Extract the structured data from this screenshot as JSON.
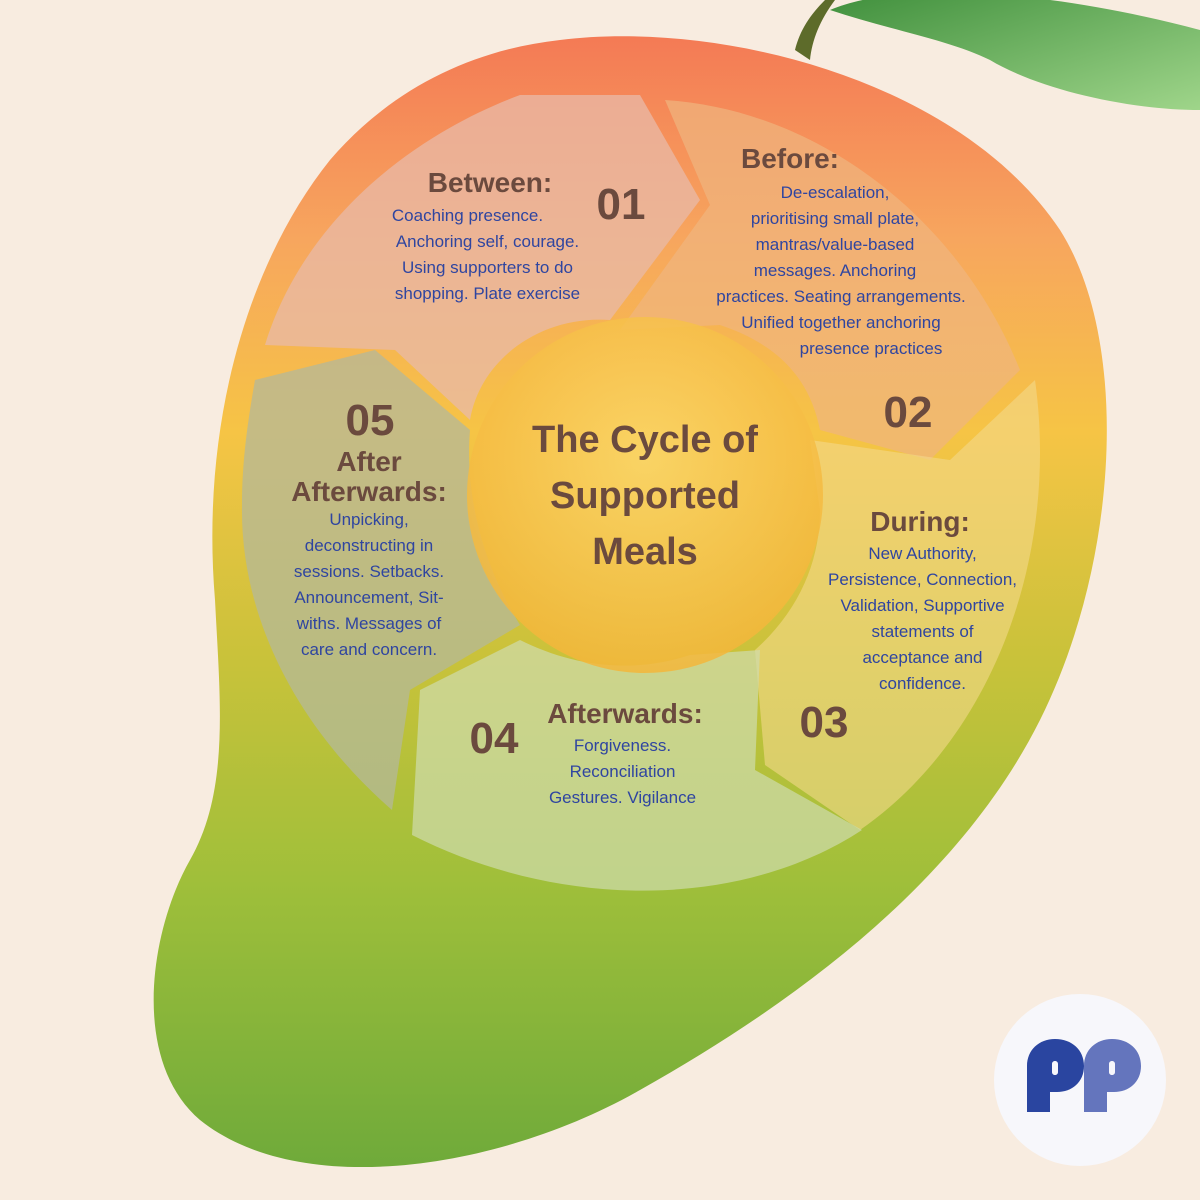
{
  "title": {
    "lines": [
      "The Cycle of",
      "Supported",
      "Meals"
    ]
  },
  "stages": [
    {
      "number": "01",
      "heading": "Between:",
      "lines": [
        "Coaching presence.",
        "Anchoring self, courage.",
        "Using supporters to do",
        "shopping. Plate exercise"
      ]
    },
    {
      "number": "02",
      "heading": "Before:",
      "lines": [
        "De-escalation,",
        "prioritising small plate,",
        "mantras/value-based",
        "messages. Anchoring",
        "practices. Seating arrangements.",
        "Unified together  anchoring",
        "presence practices"
      ]
    },
    {
      "number": "03",
      "heading": "During:",
      "lines": [
        "New Authority,",
        "Persistence, Connection,",
        "Validation, Supportive",
        "statements of",
        "acceptance and",
        "confidence."
      ]
    },
    {
      "number": "04",
      "heading": "Afterwards:",
      "lines": [
        "Forgiveness.",
        "Reconciliation",
        "Gestures. Vigilance"
      ]
    },
    {
      "number": "05",
      "heading_lines": [
        "After",
        "Afterwards:"
      ],
      "lines": [
        "Unpicking,",
        "deconstructing in",
        "sessions. Setbacks.",
        "Announcement, Sit-",
        "withs. Messages of",
        "care and concern."
      ]
    }
  ],
  "logo": {
    "letters": "pp",
    "colors": [
      "#2a45a0",
      "#6475bd"
    ]
  },
  "colors": {
    "background": "#f8ece0",
    "heading": "#6b4a3e",
    "body_text": "#2f45a0"
  }
}
